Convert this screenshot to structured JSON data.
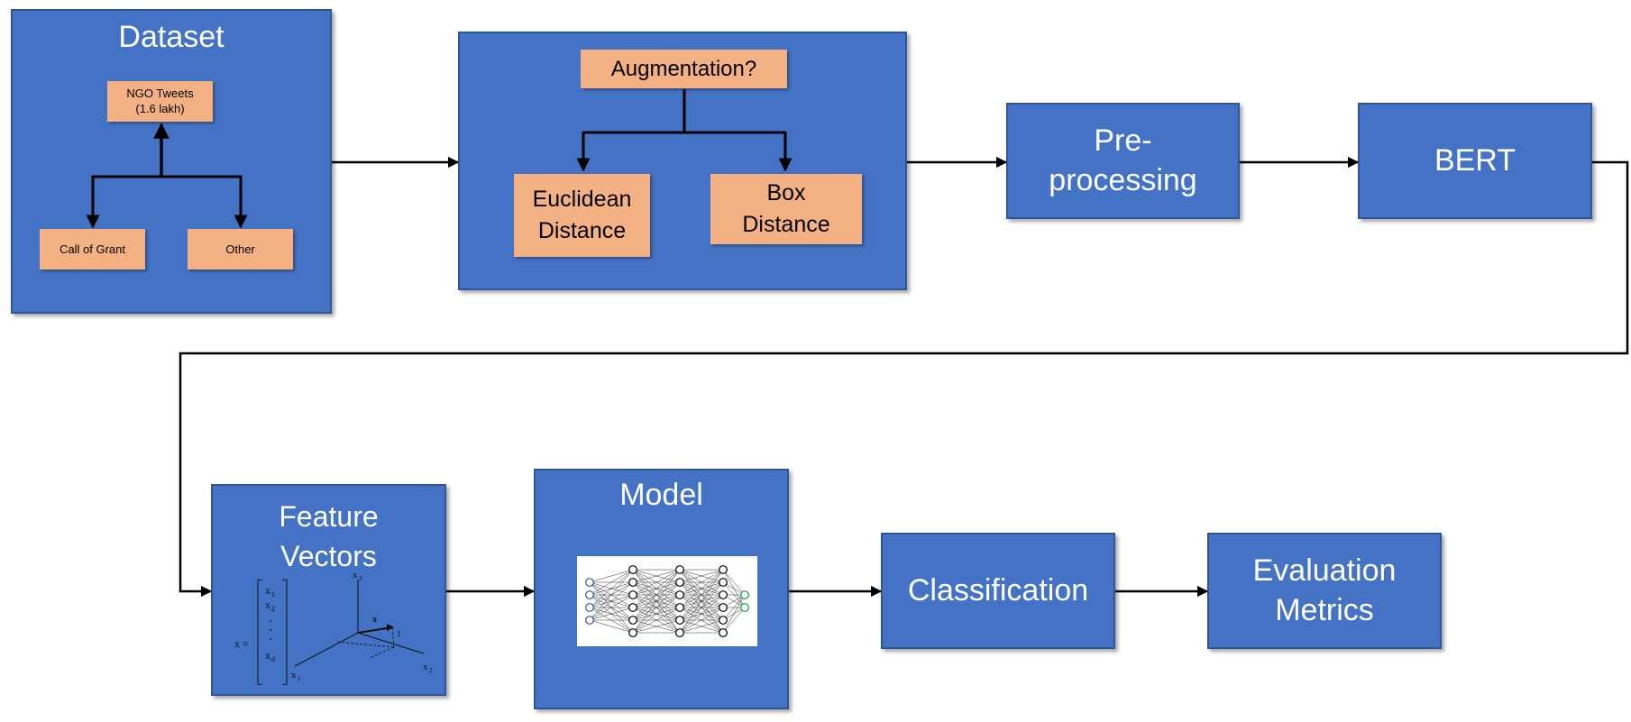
{
  "dataset": {
    "title": "Dataset",
    "root": "NGO Tweets\n(1.6 lakh)",
    "left_leaf": "Call of Grant",
    "right_leaf": "Other"
  },
  "augmentation": {
    "question": "Augmentation?",
    "left_option": "Euclidean\nDistance",
    "right_option": "Box\nDistance"
  },
  "preprocessing": {
    "label": "Pre-\nprocessing"
  },
  "bert": {
    "label": "BERT"
  },
  "feature_vectors": {
    "title": "Feature\nVectors",
    "eq_lhs": "x =",
    "vec_1": "x",
    "vec_1_sub": "1",
    "vec_2": "x",
    "vec_2_sub": "2",
    "vec_d": "x",
    "vec_d_sub": "d",
    "axis_x1": "x",
    "axis_x1_sub": "1",
    "axis_x2": "x",
    "axis_x2_sub": "2",
    "axis_x3": "x",
    "axis_x3_sub": "3",
    "vector_label": "x",
    "unit_label": "1"
  },
  "model": {
    "title": "Model"
  },
  "classification": {
    "label": "Classification"
  },
  "evaluation": {
    "label": "Evaluation\nMetrics"
  },
  "colors": {
    "box_fill": "#4472C4",
    "box_border": "#2F5597",
    "leaf_fill": "#F4B183",
    "arrow": "#000000",
    "input_neuron": "#2F5597",
    "output_neuron": "#00A040"
  }
}
